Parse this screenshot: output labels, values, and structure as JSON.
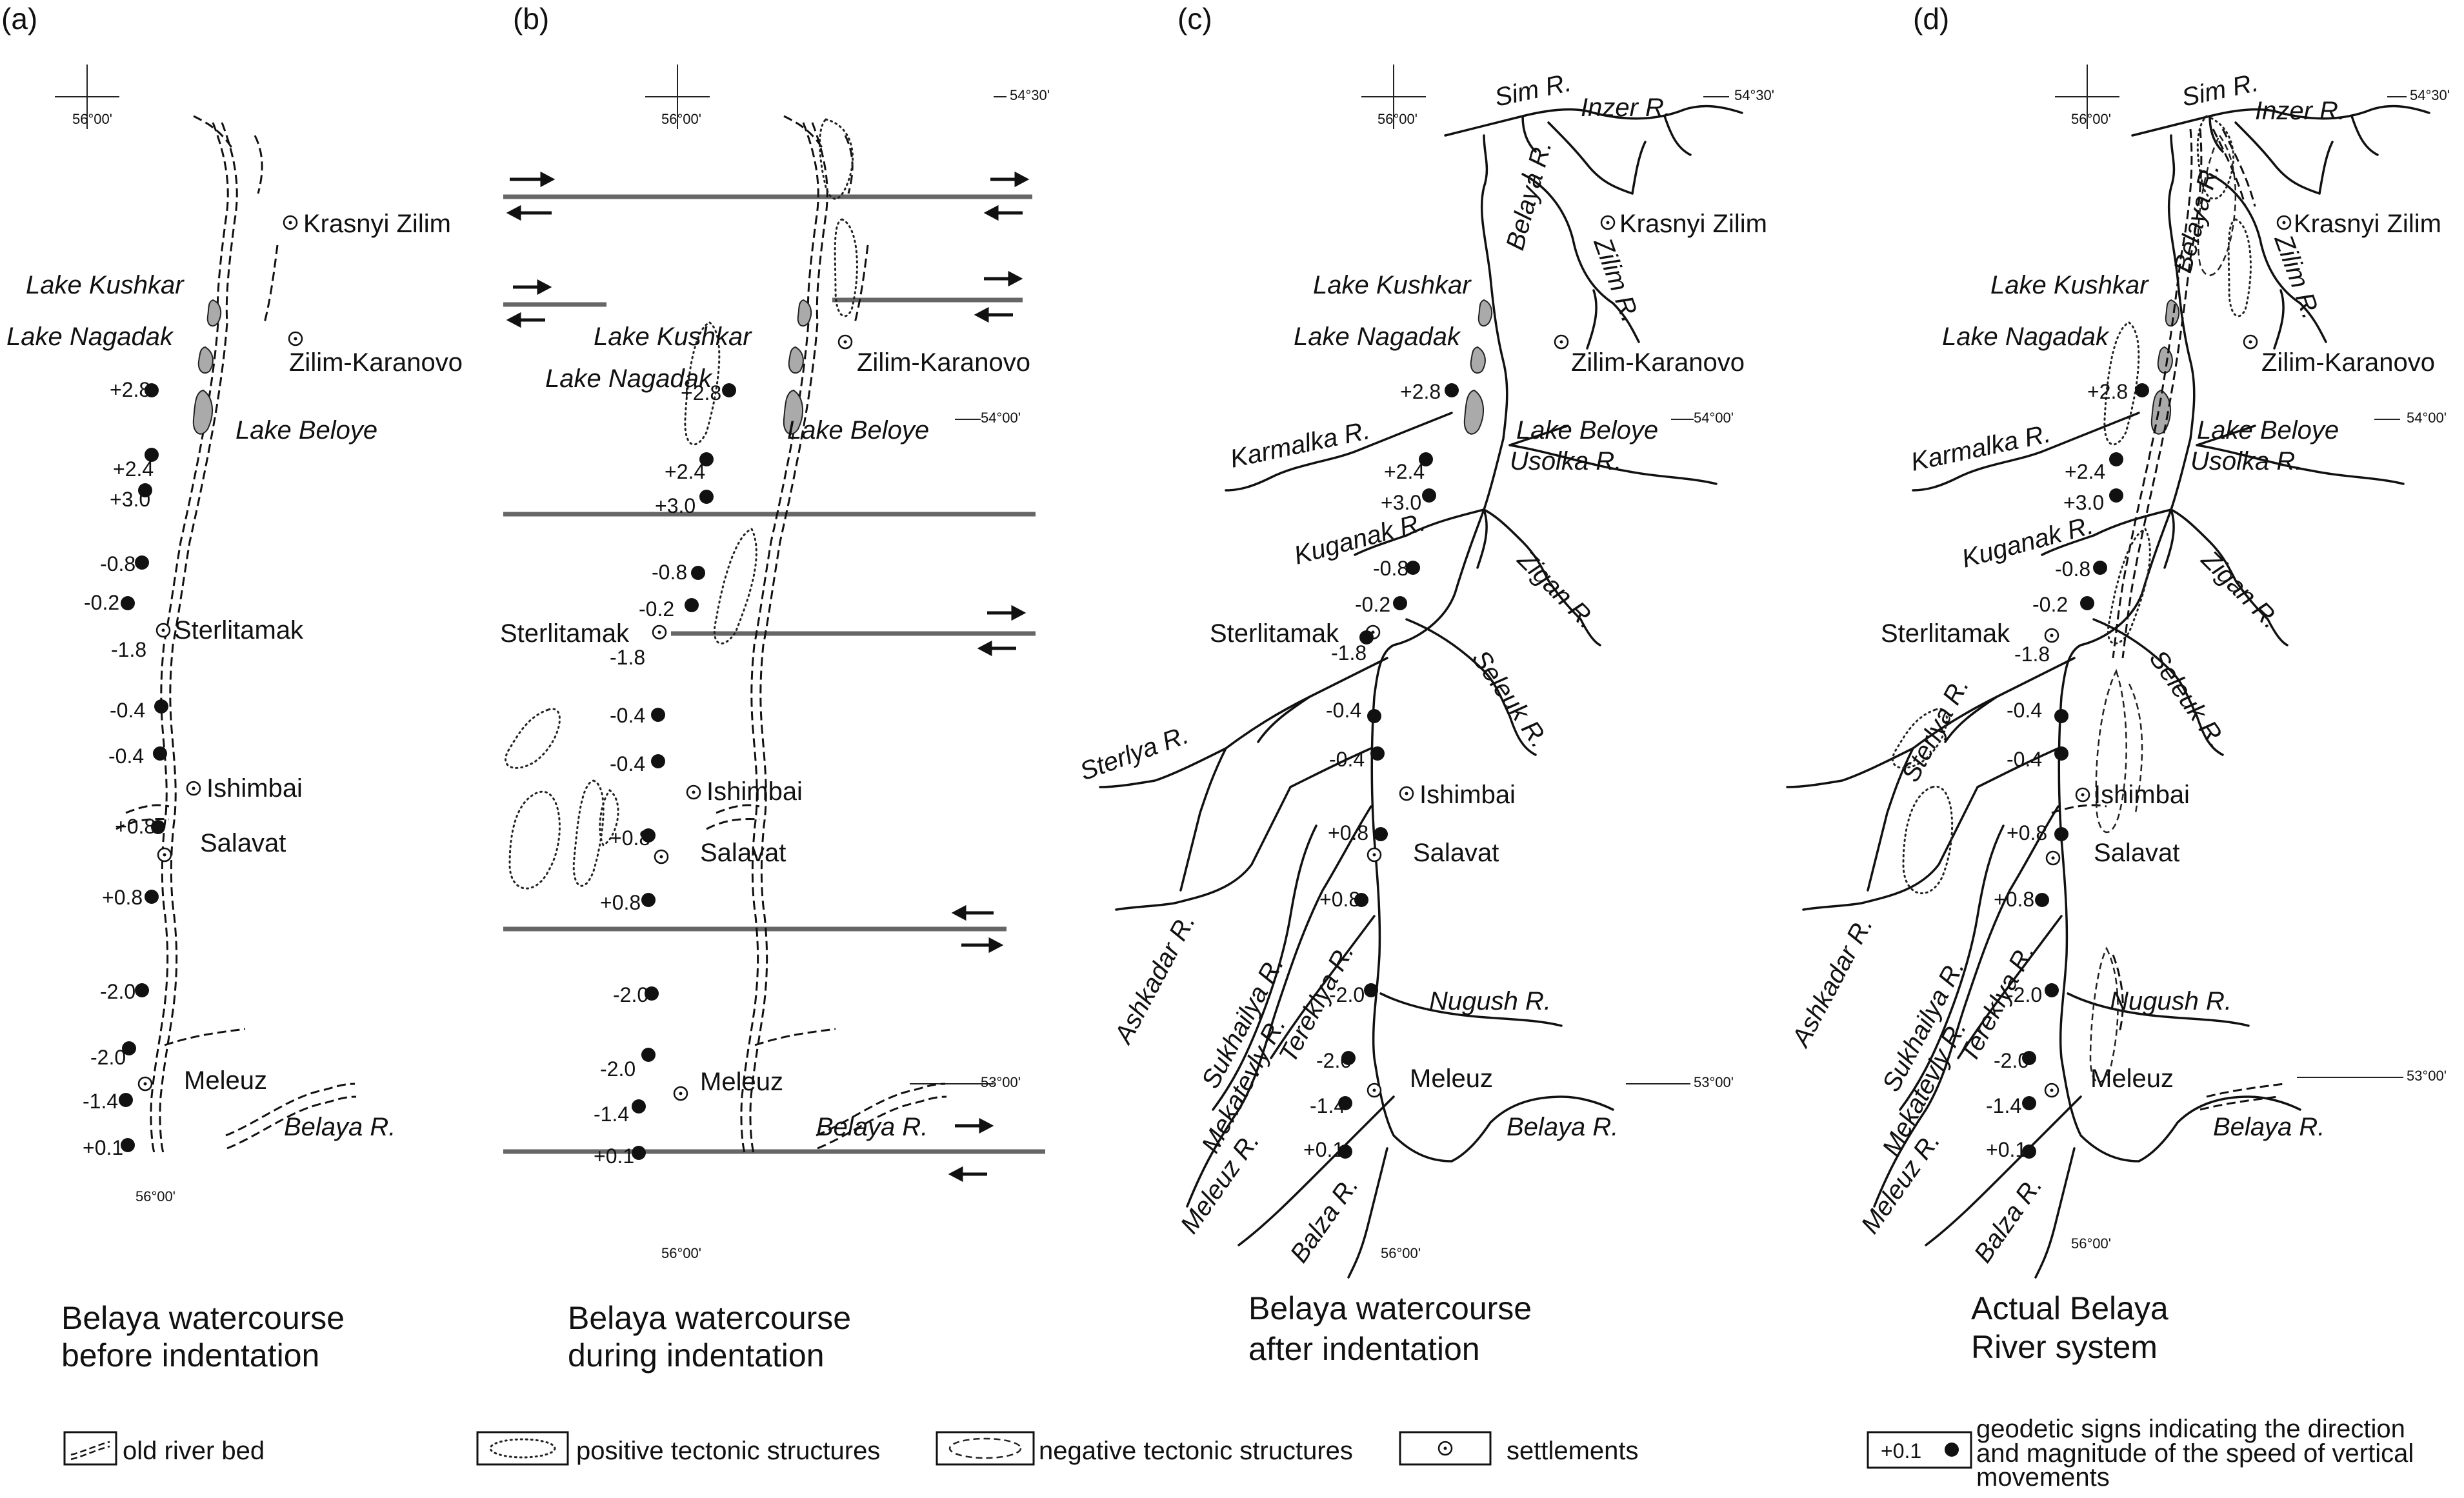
{
  "panels": [
    {
      "id": "a",
      "label": "(a)",
      "caption": [
        "Belaya watercourse",
        "before indentation"
      ]
    },
    {
      "id": "b",
      "label": "(b)",
      "caption": [
        "Belaya watercourse",
        "during indentation"
      ]
    },
    {
      "id": "c",
      "label": "(c)",
      "caption": [
        "Belaya watercourse",
        "after indentation"
      ]
    },
    {
      "id": "d",
      "label": "(d)",
      "caption": [
        "Actual Belaya",
        "River system"
      ]
    }
  ],
  "coords": {
    "lon": "56°00'",
    "lat_top": "54°30'",
    "lat_mid": "54°00'",
    "lat_bottom": "53°00'"
  },
  "settlements": {
    "krasnyi_zilim": "Krasnyi Zilim",
    "zilim_karanovo": "Zilim-Karanovo",
    "sterlitamak": "Sterlitamak",
    "ishimbai": "Ishimbai",
    "salavat": "Salavat",
    "meleuz": "Meleuz"
  },
  "lakes": {
    "kushkar": "Lake Kushkar",
    "nagadak": "Lake Nagadak",
    "beloye": "Lake Beloye"
  },
  "rivers": {
    "sim": "Sim R.",
    "inzer": "Inzer R.",
    "belaya": "Belaya R.",
    "zilim": "Zilim R.",
    "karmalka": "Karmalka R.",
    "usolka": "Usolka R.",
    "kuganak": "Kuganak R.",
    "zigan": "Zigan R.",
    "seleuk": "Seleuk R.",
    "sterlya": "Sterlya R.",
    "ashkadar": "Ashkadar R.",
    "sukhailya": "Sukhailya R.",
    "tereklya": "Tereklya R.",
    "mekatevly": "Mekatevly R.",
    "nugush": "Nugush R.",
    "meleuz": "Meleuz R.",
    "balza": "Balza R."
  },
  "geodetic_values": [
    "+2.8",
    "+2.4",
    "+3.0",
    "-0.8",
    "-0.2",
    "-1.8",
    "-0.4",
    "-0.4",
    "+0.8",
    "+0.8",
    "-2.0",
    "-2.0",
    "-1.4",
    "+0.1"
  ],
  "legend": {
    "old_river_bed": "old river bed",
    "positive": "positive tectonic structures",
    "negative": "negative tectonic structures",
    "settlements": "settlements",
    "geodetic_sample": "+0.1",
    "geodetic": [
      "geodetic signs indicating the direction",
      "and magnitude of the speed of vertical",
      "movements"
    ]
  }
}
